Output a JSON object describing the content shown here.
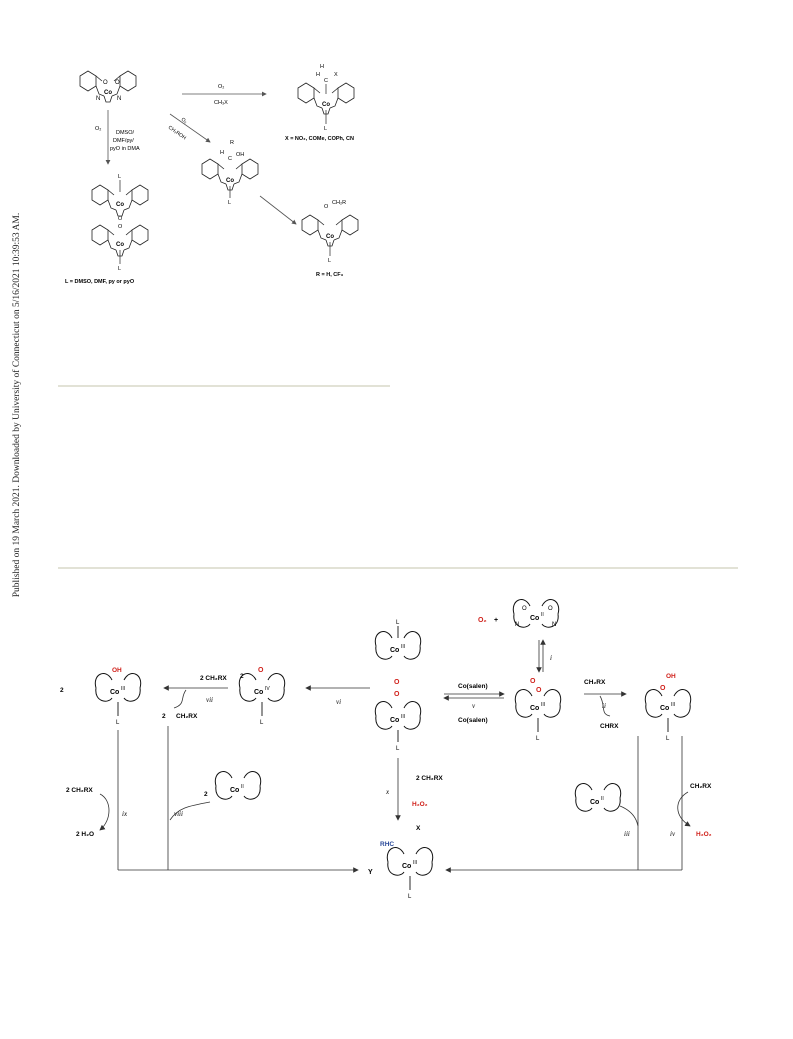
{
  "sidebar_text": "Published on 19 March 2021. Downloaded by University of Connecticut on 5/16/2021 10:39:53 AM.",
  "scheme1": {
    "o2_top": "O₂",
    "ch3x": "CH₃X",
    "x_list": "X = NO₂, COMe, COPh, CN",
    "left_reagents": [
      "DMSO/",
      "DMF/py/",
      "pyO in DMA"
    ],
    "o2_left": "O₂",
    "diag_o2": "O₂",
    "diag_alc": "CH₃ROH",
    "l_list": "L = DMSO, DMF, py or pyO",
    "r_list": "R = H, CF₃",
    "co": "Co",
    "L": "L",
    "N": "N",
    "O": "O",
    "H": "H",
    "C": "C",
    "X": "X",
    "R": "R",
    "OH": "OH",
    "CH2R": "CH₂R"
  },
  "scheme2": {
    "o2": "O₂",
    "plus": "+",
    "step_i": "i",
    "step_ii": "ii",
    "step_iii": "iii",
    "step_iv": "iv",
    "step_v": "v",
    "step_vi": "vi",
    "step_vii": "vii",
    "step_viii": "viii",
    "step_ix": "ix",
    "step_x": "x",
    "co_salen_top": "Co(salen)",
    "co_salen_bottom": "Co(salen)",
    "ch2rx_ii": "CH₂RX",
    "ch2rx_iv": "CH₂RX",
    "h2o2_iv": "H₂O₂",
    "chrx_radical": "CHRX",
    "two_ch2rx_vii": "2 CH₂RX",
    "two_ch2rx_radical": "CH₂RX",
    "two_ch2rx_ix": "2 CH₂RX",
    "two_h2o_ix": "2 H₂O",
    "two_ch2rx_x": "2 CH₂RX",
    "h2o2_x": "H₂O₂",
    "y_label": "Y",
    "rhc": "RHC",
    "x": "X",
    "coII": "Co",
    "coIII": "Co",
    "coIV": "Co",
    "ox_II": "II",
    "ox_III": "III",
    "ox_IV": "IV",
    "two": "2",
    "L": "L",
    "N": "N",
    "O": "O",
    "OH": "OH"
  },
  "colors": {
    "accent_red": "#d0201a",
    "accent_blue": "#2a4a9a",
    "rule": "#e2e2d6"
  }
}
